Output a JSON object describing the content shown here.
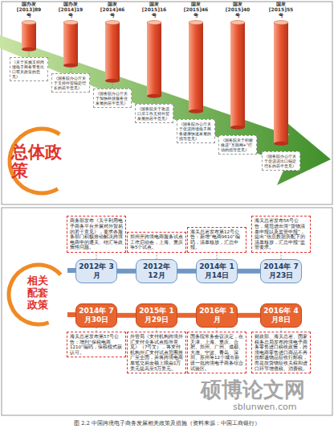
{
  "diagram": {
    "caption": "图 2.2 中国跨境电子商务发展相关政策及措施（资料来源：中国工商银行）",
    "nodes": [
      {
        "text": [
          "国办发 [2013]89号"
        ]
      },
      {
        "text": [
          "国办发 [2014]19号"
        ]
      },
      {
        "text": [
          "国发 [2014]46号"
        ]
      },
      {
        "text": [
          "国发 [2015]16号"
        ]
      },
      {
        "text": [
          "国发 [2015]46号"
        ]
      },
      {
        "text": [
          "国发 [2015]40号"
        ]
      },
      {
        "text": [
          "国发 [2015]55号"
        ]
      },
      {
        "text": [
          "《关于实施支持跨境电子商务零售出口有关政策的意见》"
        ]
      },
      {
        "text": [
          "《国务院办公厅关于支持外贸稳定增长的若干意见》"
        ]
      },
      {
        "text": [
          "《国务院办公厅关于加快科技服务业发展的若干意见》"
        ]
      },
      {
        "text": [
          "《国务院关于改进口岸工作支持外贸发展的若干意见》"
        ]
      },
      {
        "text": [
          "《国务院办公厅关于促进跨境电子商务健康快速发展的指导意见》"
        ]
      },
      {
        "text": [
          "《国务院关于积极推进“互联网+”行动的指导意见》"
        ]
      },
      {
        "text": [
          "《国务院办公厅关于促进进出口稳定增长的若干意见》"
        ]
      },
      {
        "text": [
          "商务部发布《关于利用电子商务平台开展对外贸易的若干意见》，要求各服务部门积极推动解决跨境电商中的通关、结汇等政策性问题。"
        ]
      },
      {
        "text": [
          "郑州开跨境电商服务试点工作启动会，上海、重庆等5个试点。"
        ]
      },
      {
        "text": [
          "海关总署发布第12号公告：新增“电商9610”编码，清单核放，汇总申报。"
        ]
      },
      {
        "text": [
          "海关总署发布56号公告，规范进出境“货物清单申报以及监管申报”，提出“信息数据所配下的清单核放，汇总申报”监管要求。"
        ]
      },
      {
        "text": [
          "2012年 3月"
        ]
      },
      {
        "text": [
          "2012年 12月"
        ]
      },
      {
        "text": [
          "2014年 1月14日"
        ]
      },
      {
        "text": [
          "2014年 7月23日"
        ]
      },
      {
        "text": [
          "2014年 7月30日"
        ]
      },
      {
        "text": [
          "2015年 1月29日"
        ]
      },
      {
        "text": [
          "2016年 1月"
        ]
      },
      {
        "text": [
          "2016年 4月8日"
        ]
      },
      {
        "text": [
          "海关总署发布第57号公告：增列“保税电商1210”编码，保税模式获认可。"
        ]
      },
      {
        "text": [
          "外管局《支付机构跨境外汇支付业务试点指导意见》（7号文），将支付机构外汇支付试点范围推广至全国，并将跨境电商单笔交易金额上限由1万美元提高至5万美元。"
        ]
      },
      {
        "text": [
          "国务院常务会议决定，在天津、上海、重庆、合肥、郑州、广州、成都、大连、宁波、青岛、深圳、苏州等12个城市新设一批跨境电子商务综合试验区。"
        ]
      },
      {
        "text": [
          "财政部、海关总署、国家税务总局发布跨境电子商务零售进口税收政策，跨境电商零售进口商品不再按邮递物品征收行邮税，而是按货物征收关税和进口环节增值税、消费税。"
        ]
      }
    ],
    "edges": [
      {
        "from": 0,
        "to": 7,
        "arrow": "none"
      },
      {
        "from": 1,
        "to": 8,
        "arrow": "none"
      },
      {
        "from": 2,
        "to": 9,
        "arrow": "none"
      },
      {
        "from": 3,
        "to": 10,
        "arrow": "none"
      },
      {
        "from": 4,
        "to": 11,
        "arrow": "none"
      },
      {
        "from": 5,
        "to": 12,
        "arrow": "none"
      },
      {
        "from": 6,
        "to": 13,
        "arrow": "none"
      },
      {
        "from": 18,
        "to": 14,
        "arrow": "none"
      },
      {
        "from": 19,
        "to": 15,
        "arrow": "none"
      },
      {
        "from": 20,
        "to": 16,
        "arrow": "none"
      },
      {
        "from": 21,
        "to": 17,
        "arrow": "none"
      },
      {
        "from": 18,
        "to": 19,
        "arrow": "none"
      },
      {
        "from": 19,
        "to": 20,
        "arrow": "none"
      },
      {
        "from": 20,
        "to": 21,
        "arrow": "none"
      },
      {
        "from": 22,
        "to": 23,
        "arrow": "none"
      },
      {
        "from": 23,
        "to": 24,
        "arrow": "none"
      },
      {
        "from": 24,
        "to": 25,
        "arrow": "none"
      },
      {
        "from": 22,
        "to": 26,
        "arrow": "none"
      },
      {
        "from": 23,
        "to": 27,
        "arrow": "none"
      },
      {
        "from": 24,
        "to": 28,
        "arrow": "none"
      },
      {
        "from": 25,
        "to": 29,
        "arrow": "none"
      }
    ],
    "labels": [
      "总体政策",
      "相关配套政策",
      "硕博论文网",
      "sblunwen.com"
    ]
  }
}
